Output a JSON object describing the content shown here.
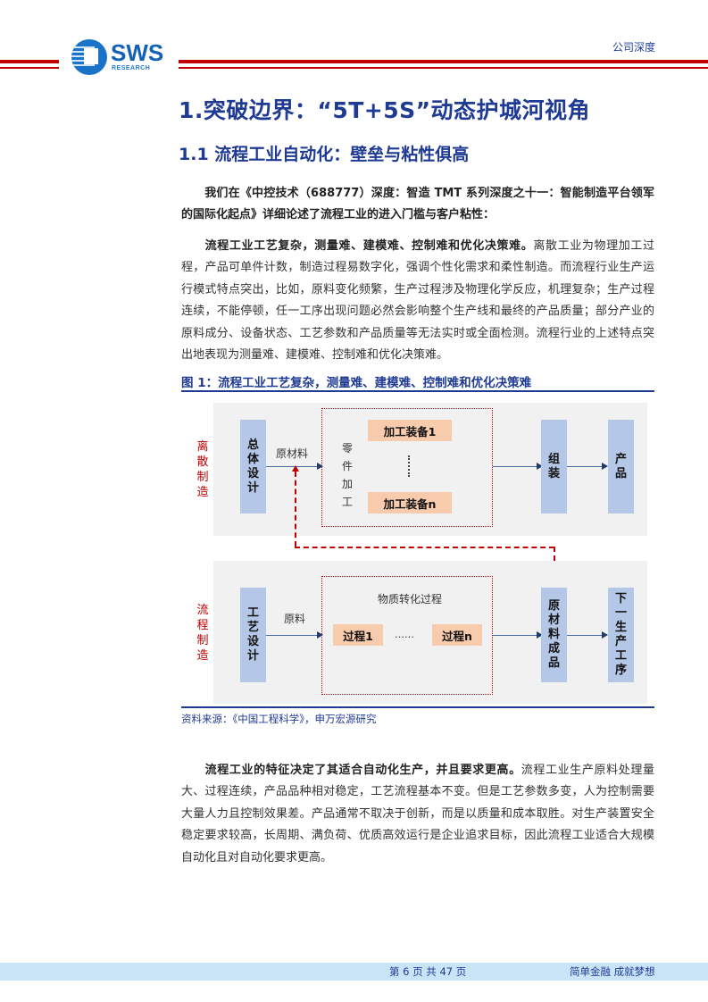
{
  "header": {
    "logo_text": "SWS",
    "logo_subtext": "RESEARCH",
    "report_type": "公司深度",
    "accent_color": "#c00000",
    "brand_color": "#1f3a93"
  },
  "section": {
    "h1": "1.突破边界：“5T+5S”动态护城河视角",
    "h2": "1.1  流程工业自动化：壁垒与粘性俱高"
  },
  "paragraphs": [
    {
      "bold": "",
      "text": "我们在《中控技术（688777）深度：智造 TMT 系列深度之十一：智能制造平台领军的国际化起点》详细论述了流程工业的进入门槛与客户粘性：",
      "all_bold": true
    },
    {
      "bold": "流程工业工艺复杂，测量难、建模难、控制难和优化决策难。",
      "text": "离散工业为物理加工过程，产品可单件计数，制造过程易数字化，强调个性化需求和柔性制造。而流程行业生产运行模式特点突出，比如，原料变化频繁，生产过程涉及物理化学反应，机理复杂；生产过程连续，不能停顿，任一工序出现问题必然会影响整个生产线和最终的产品质量；部分产业的原料成分、设备状态、工艺参数和产品质量等无法实时或全面检测。流程行业的上述特点突出地表现为测量难、建模难、控制难和优化决策难。"
    },
    {
      "bold": "流程工业的特征决定了其适合自动化生产，并且要求更高。",
      "text": "流程工业生产原料处理量大、过程连续，产品品种相对稳定，工艺流程基本不变。但是工艺参数多变，人为控制需要大量人力且控制效果差。产品通常不取决于创新，而是以质量和成本取胜。对生产装置安全稳定要求较高，长周期、满负荷、优质高效运行是企业追求目标，因此流程工业适合大规模自动化且对自动化要求更高。"
    }
  ],
  "figure": {
    "title": "图 1：流程工业工艺复杂，测量难、建模难、控制难和优化决策难",
    "source": "资料来源：《中国工程科学》，申万宏源研究",
    "discrete": {
      "side_label": "离散制造",
      "design_box": "总体设计",
      "input_label": "原材料",
      "frame_label": "零件加工",
      "equipment_first": "加工装备1",
      "equipment_last": "加工装备n",
      "assembly_box": "组装",
      "product_box": "产品"
    },
    "process": {
      "side_label": "流程制造",
      "design_box": "工艺设计",
      "input_label": "原料",
      "frame_label": "物质转化过程",
      "step_first": "过程1",
      "step_ellipsis": "……",
      "step_last": "过程n",
      "output_box": "原材料成品",
      "next_box": "下一生产工序"
    },
    "colors": {
      "panel_bg": "#f1f1f1",
      "blue_box": "#b4c7e7",
      "orange_box": "#f8cbad",
      "red_frame": "#c00000"
    }
  },
  "footer": {
    "page_info": "第 6 页 共 47 页",
    "slogan": "简单金融 成就梦想"
  }
}
